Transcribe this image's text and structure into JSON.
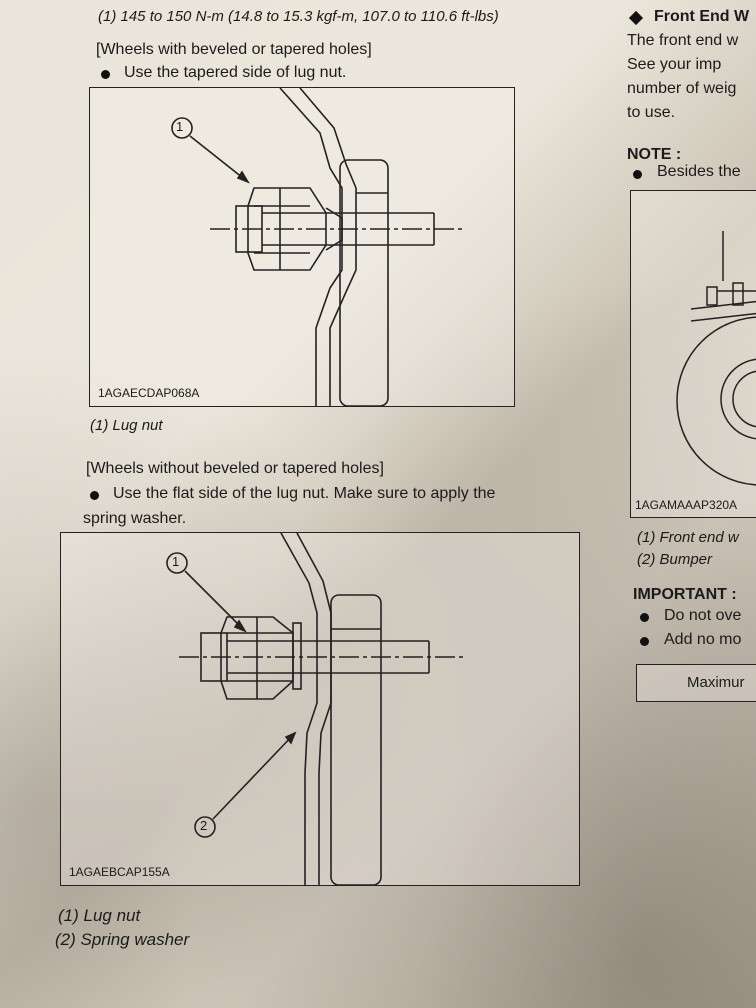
{
  "left": {
    "torque_line": "(1) 145 to 150 N-m (14.8 to 15.3 kgf-m, 107.0 to 110.6 ft-lbs)",
    "section1_heading": "[Wheels with beveled or tapered holes]",
    "section1_bullet": "Use the tapered side of lug nut.",
    "fig1_code": "1AGAECDAP068A",
    "fig1_callout": "1",
    "fig1_caption": "(1) Lug nut",
    "section2_heading": "[Wheels without beveled or tapered holes]",
    "section2_bullet_line1": "Use the flat side of the lug nut. Make sure to apply the",
    "section2_bullet_line2": "spring washer.",
    "fig2_code": "1AGAEBCAP155A",
    "fig2_callout1": "1",
    "fig2_callout2": "2",
    "fig2_caption1": "(1) Lug nut",
    "fig2_caption2": "(2) Spring washer"
  },
  "right": {
    "heading": "Front End W",
    "para_line1": "The front end w",
    "para_line2": "See your imp",
    "para_line3": "number of weig",
    "para_line4": "to use.",
    "note_label": "NOTE :",
    "note_bullet": "Besides the",
    "fig_code": "1AGAMAAAP320A",
    "caption1": "(1) Front end w",
    "caption2": "(2) Bumper",
    "important_label": "IMPORTANT :",
    "imp_bullet1": "Do not ove",
    "imp_bullet2": "Add no mo",
    "box_text": "Maximur"
  }
}
